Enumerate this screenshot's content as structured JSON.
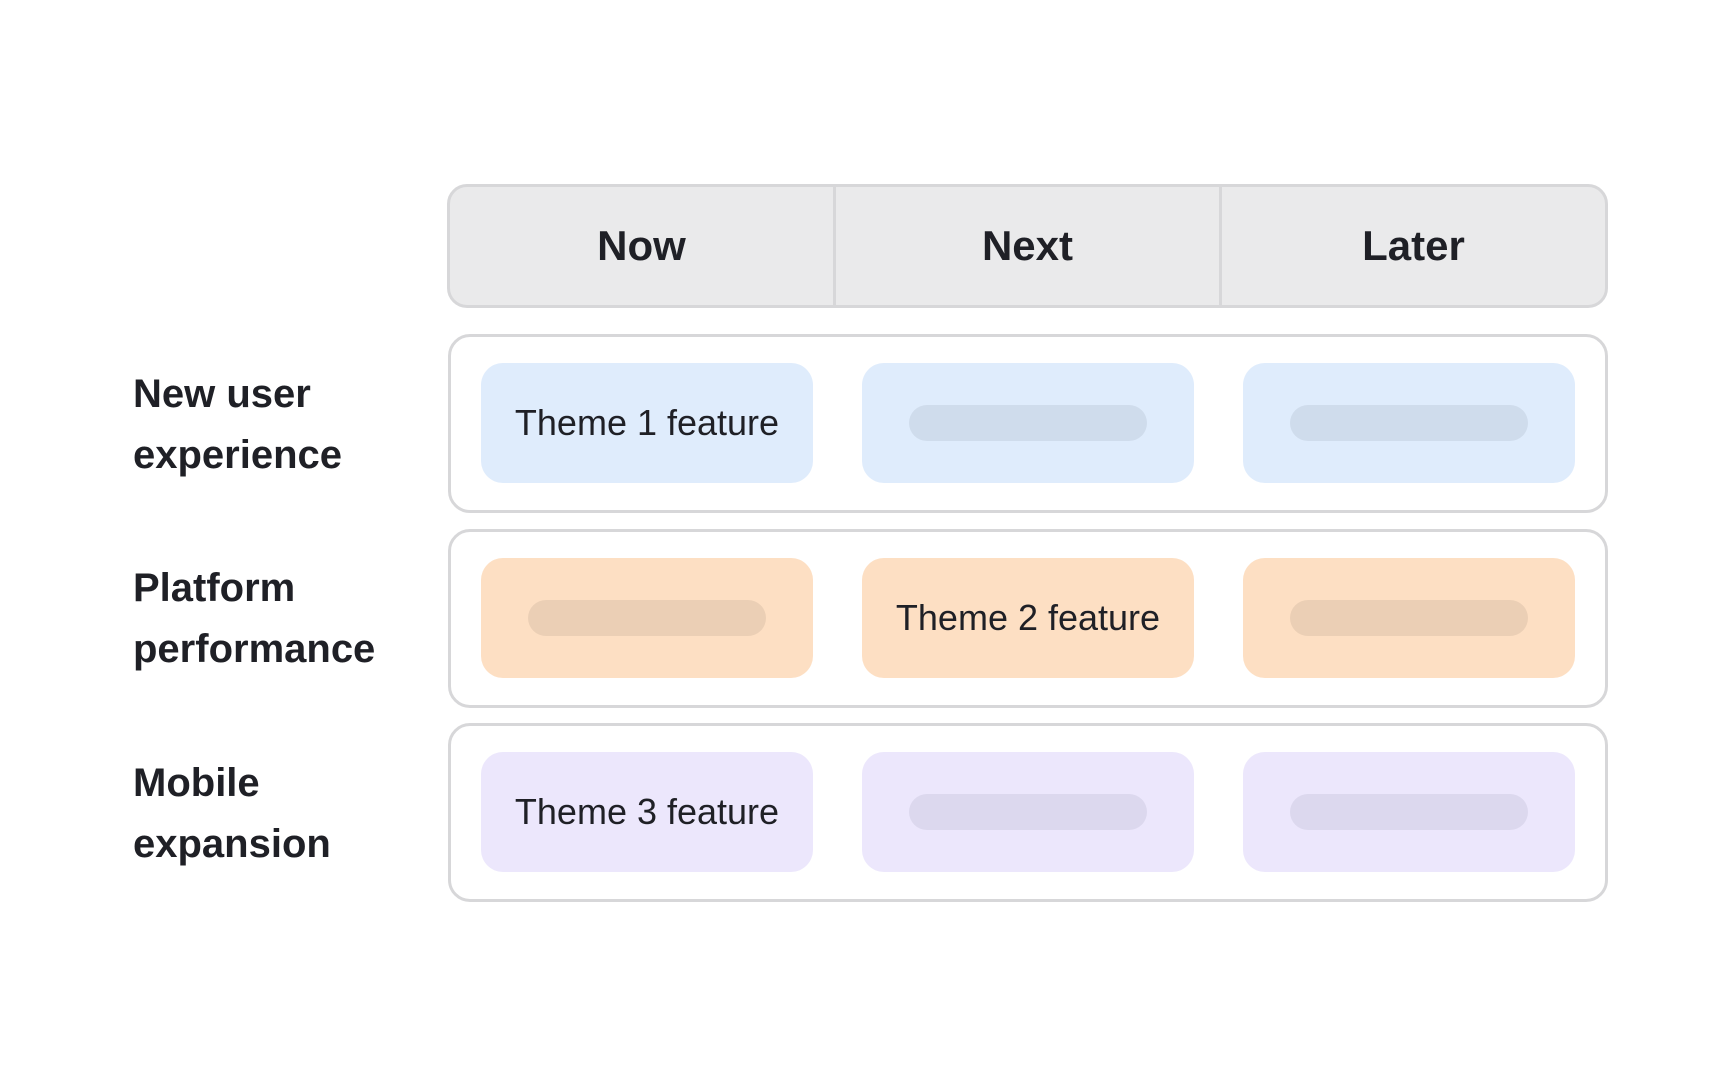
{
  "columns": [
    "Now",
    "Next",
    "Later"
  ],
  "rows": [
    {
      "label_line1": "New user",
      "label_line2": "experience",
      "color": "#dfecfc",
      "cells": [
        "Theme 1 feature",
        "",
        ""
      ]
    },
    {
      "label_line1": "Platform",
      "label_line2": "performance",
      "color": "#fddfc3",
      "cells": [
        "",
        "Theme 2 feature",
        ""
      ]
    },
    {
      "label_line1": "Mobile",
      "label_line2": "expansion",
      "color": "#ece7fc",
      "cells": [
        "Theme 3 feature",
        "",
        ""
      ]
    }
  ]
}
